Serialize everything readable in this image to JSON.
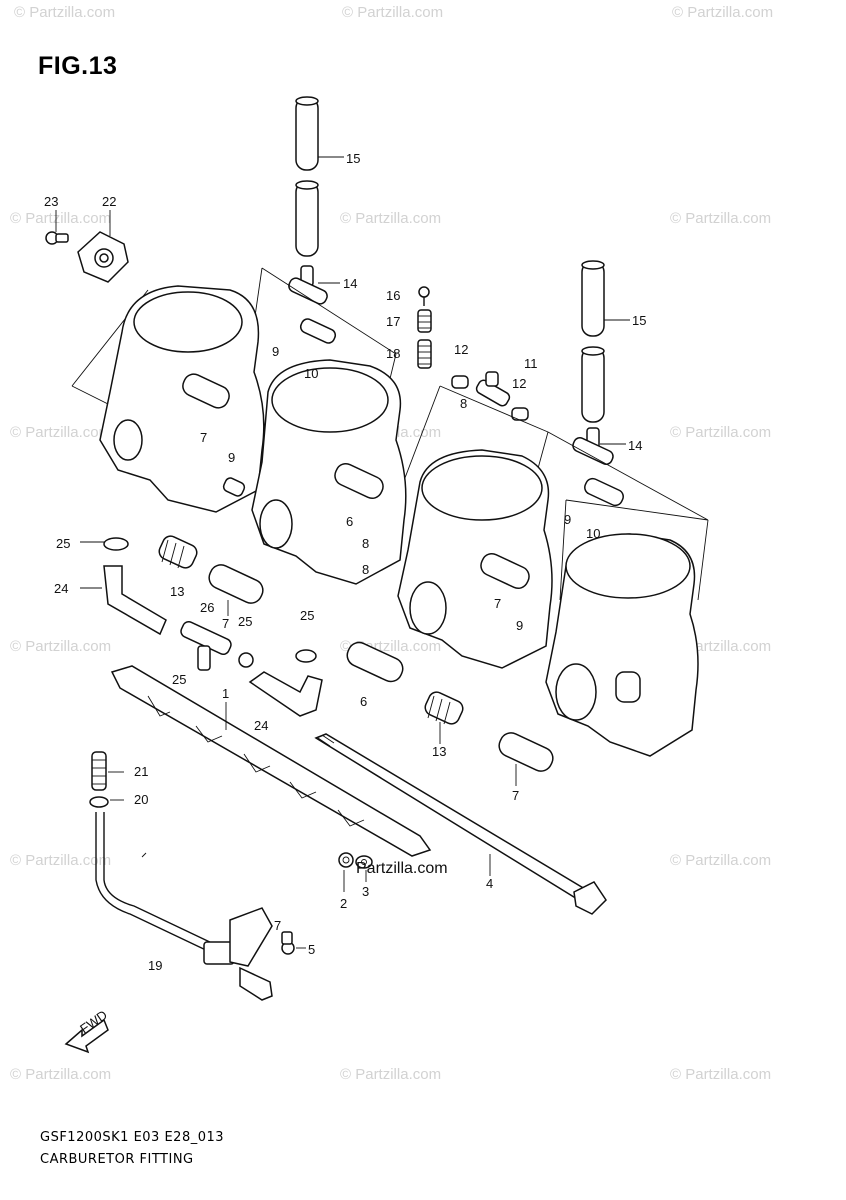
{
  "title": "FIG.13",
  "footer": {
    "model_code": "GSF1200SK1 E03 E28_013",
    "section_name": "CARBURETOR FITTING"
  },
  "watermark": {
    "text": "© Partzilla.com",
    "color": "#d2d2d2"
  },
  "brand_mark": "Partzilla.com",
  "fwd_arrow_text": "FWD",
  "callouts": [
    "1",
    "2",
    "3",
    "4",
    "5",
    "6",
    "6",
    "7",
    "7",
    "7",
    "7",
    "7",
    "8",
    "8",
    "8",
    "9",
    "9",
    "9",
    "9",
    "10",
    "10",
    "11",
    "12",
    "12",
    "13",
    "13",
    "14",
    "14",
    "15",
    "15",
    "16",
    "17",
    "18",
    "19",
    "20",
    "21",
    "22",
    "23",
    "24",
    "24",
    "25",
    "25",
    "25",
    "25",
    "26"
  ]
}
